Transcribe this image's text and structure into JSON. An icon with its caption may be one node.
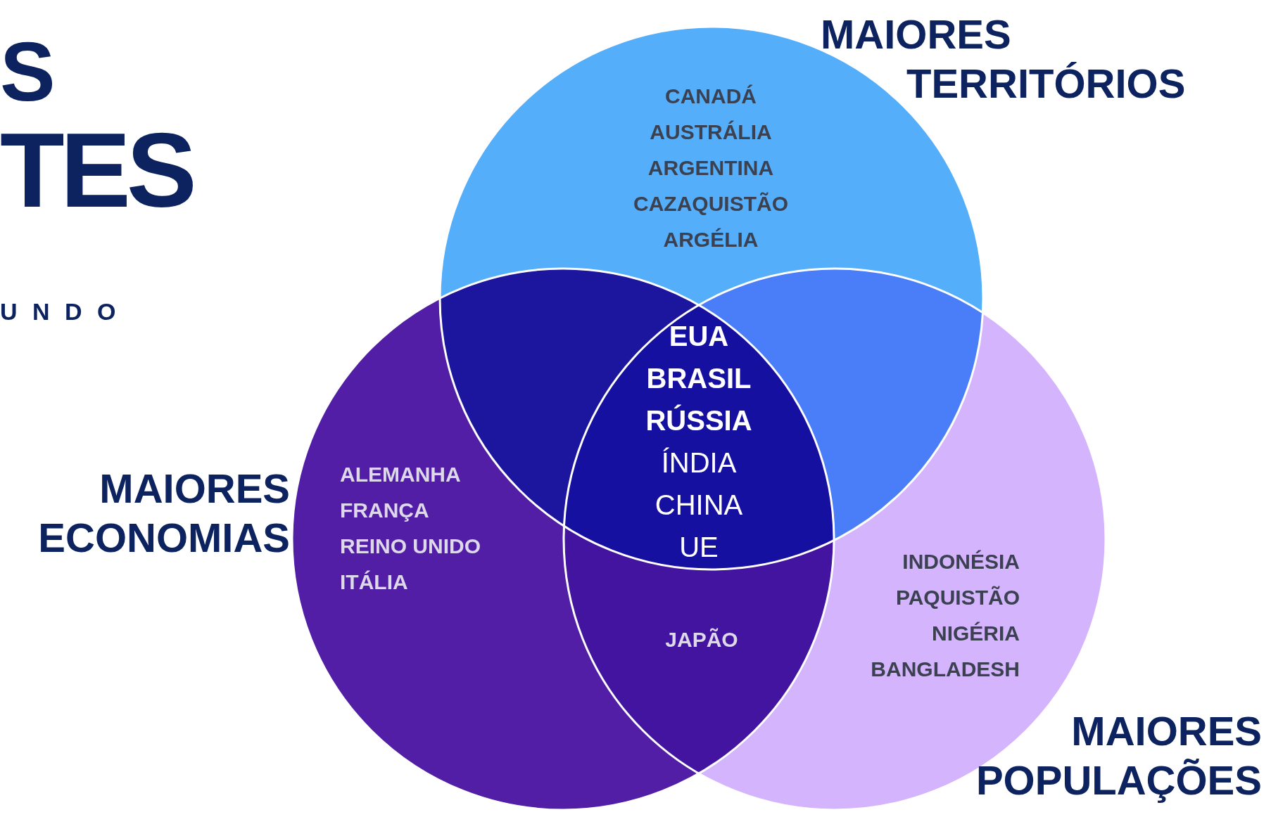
{
  "diagram": {
    "nodes": [
      {
        "text": [
          "CANADÁ",
          "AUSTRÁLIA",
          "ARGENTINA",
          "CAZAQUISTÃO",
          "ARGÉLIA"
        ],
        "beside": [
          "MAIORES TERRITÓRIOS"
        ]
      },
      {
        "text": [
          "ALEMANHA",
          "FRANÇA",
          "REINO UNIDO",
          "ITÁLIA"
        ],
        "beside": [
          "MAIORES ECONOMIAS"
        ]
      },
      {
        "text": [
          "INDONÉSIA",
          "PAQUISTÃO",
          "NIGÉRIA",
          "BANGLADESH"
        ],
        "beside": [
          "MAIORES POPULAÇÕES"
        ]
      }
    ],
    "labels": [
      "S",
      "TES",
      "U N D O",
      "EUA",
      "BRASIL",
      "RÚSSIA",
      "ÍNDIA",
      "CHINA",
      "UE",
      "JAPÃO"
    ]
  }
}
